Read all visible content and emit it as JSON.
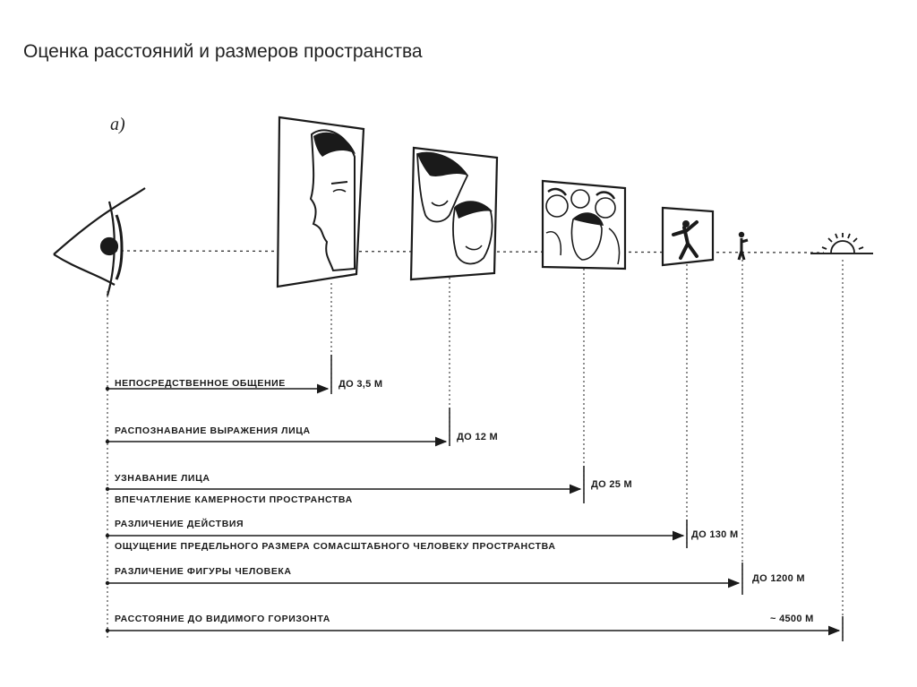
{
  "title": "Оценка расстояний и размеров пространства",
  "figure_label": "а)",
  "rows": [
    {
      "labels": [
        "НЕПОСРЕДСТВЕННОЕ ОБЩЕНИЕ"
      ],
      "distance": "ДО 3,5 М"
    },
    {
      "labels": [
        "РАСПОЗНАВАНИЕ ВЫРАЖЕНИЯ ЛИЦА"
      ],
      "distance": "ДО 12 М"
    },
    {
      "labels": [
        "УЗНАВАНИЕ ЛИЦА",
        "ВПЕЧАТЛЕНИЕ КАМЕРНОСТИ ПРОСТРАНСТВА"
      ],
      "distance": "ДО 25 М"
    },
    {
      "labels": [
        "РАЗЛИЧЕНИЕ ДЕЙСТВИЯ",
        "ОЩУЩЕНИЕ ПРЕДЕЛЬНОГО РАЗМЕРА СОМАСШТАБНОГО ЧЕЛОВЕКУ ПРОСТРАНСТВА"
      ],
      "distance": "ДО 130 М"
    },
    {
      "labels": [
        "РАЗЛИЧЕНИЕ ФИГУРЫ ЧЕЛОВЕКА"
      ],
      "distance": "ДО 1200 М"
    },
    {
      "labels": [
        "РАССТОЯНИЕ ДО ВИДИМОГО ГОРИЗОНТА"
      ],
      "distance": "~ 4500 М"
    }
  ],
  "icons": [
    "eye-icon",
    "face-profile-icon",
    "two-faces-icon",
    "crowd-icon",
    "dancing-figure-icon",
    "standing-person-icon",
    "setting-sun-icon"
  ]
}
